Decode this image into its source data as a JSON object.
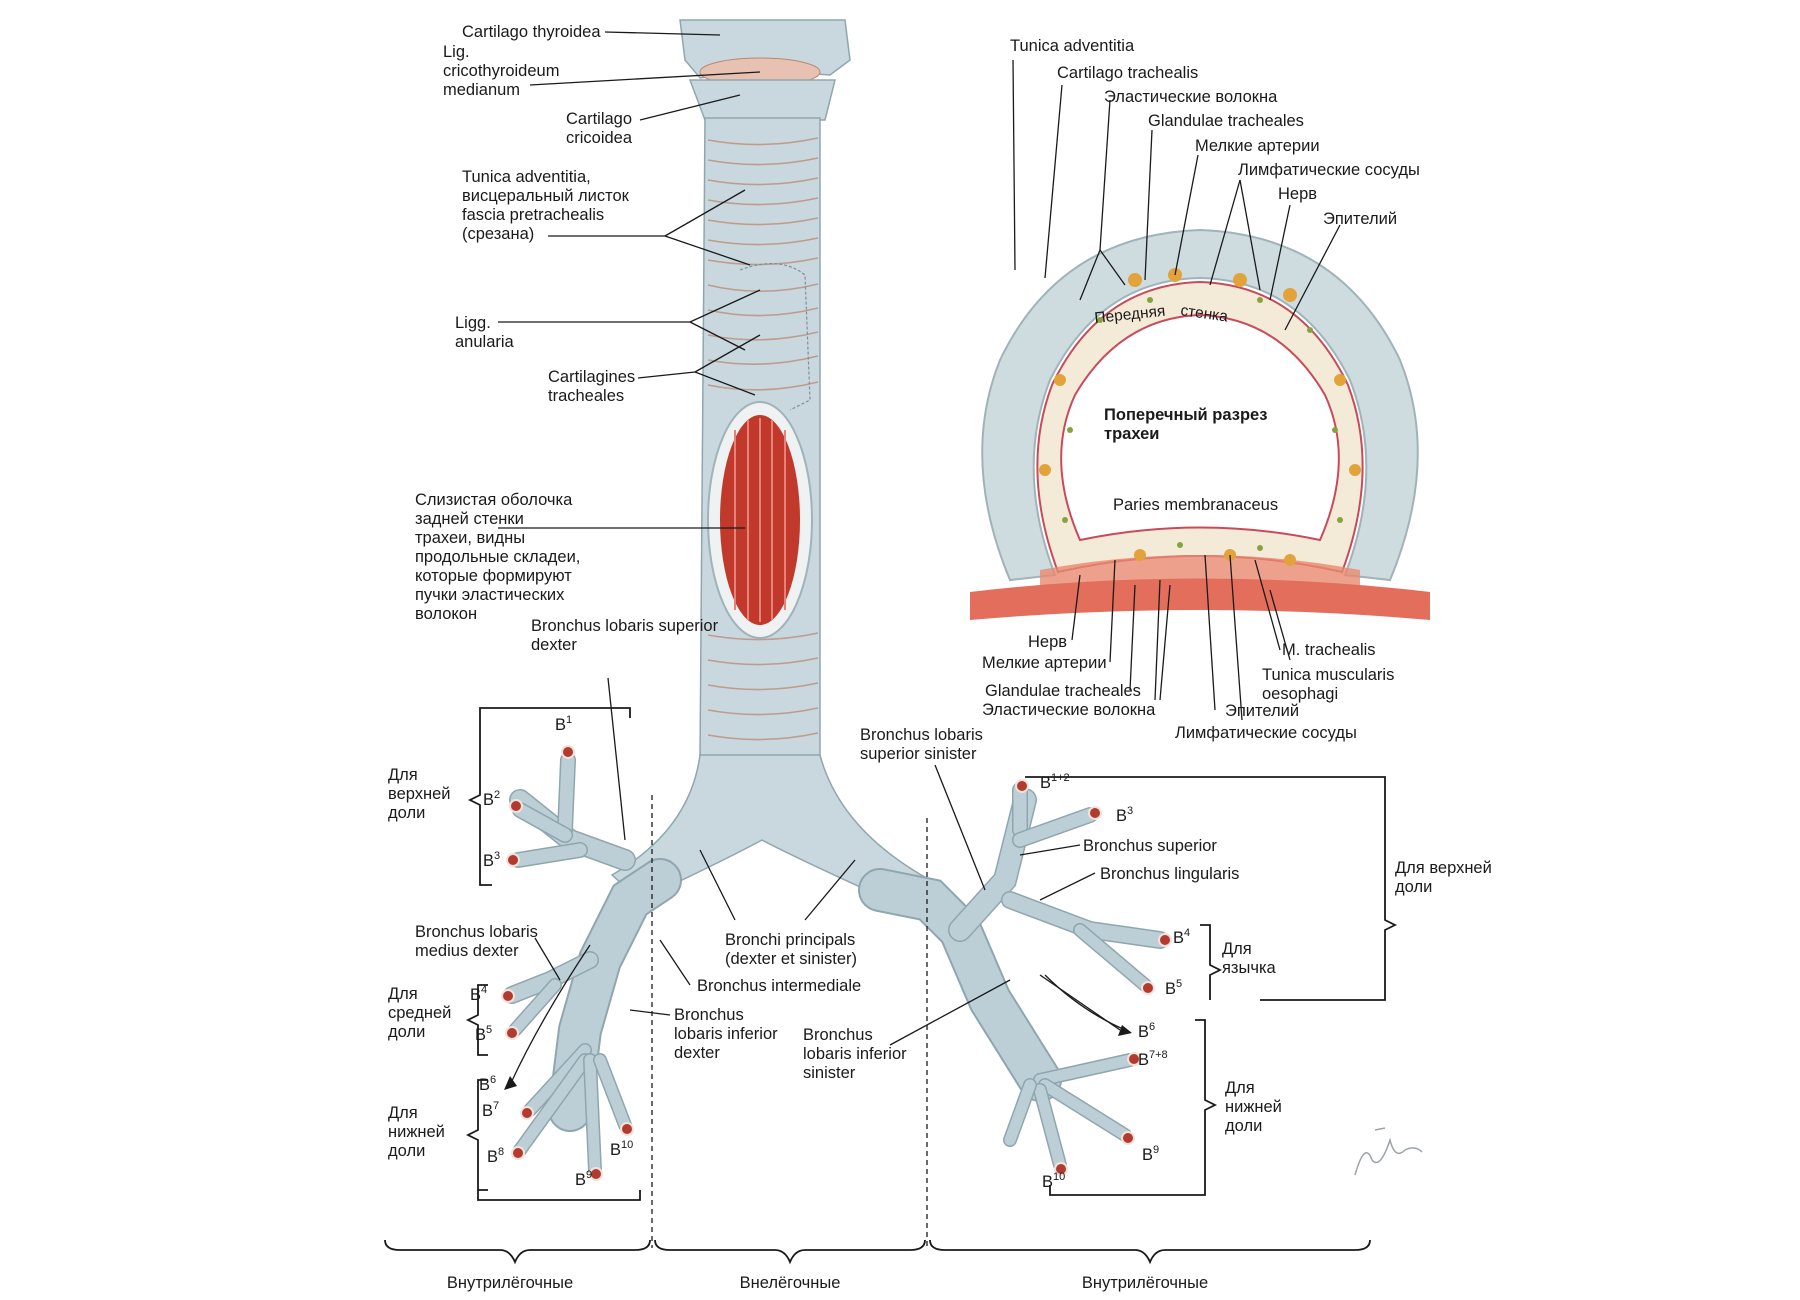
{
  "labels": {
    "cart_thyroidea": "Cartilago thyroidea",
    "lig_crico": [
      "Lig.",
      "cricothyroideum",
      "medianum"
    ],
    "cart_cricoidea": [
      "Cartilago",
      "cricoidea"
    ],
    "tunica_adv_visc": [
      "Tunica adventitia,",
      "висцеральный листок",
      "fascia pretrachealis",
      "(срезана)"
    ],
    "ligg_anularia": [
      "Ligg.",
      "anularia"
    ],
    "cart_tracheales": [
      "Cartilagines",
      "tracheales"
    ],
    "mucosa_text": [
      "Слизистая оболочка",
      "задней стенки",
      "трахеи, видны",
      "продольные складеи,",
      "которые формируют",
      "пучки эластических",
      "волокон"
    ],
    "br_lob_sup_dex": [
      "Bronchus lobaris superior",
      "dexter"
    ],
    "br_lob_med_dex": [
      "Bronchus lobaris",
      "medius dexter"
    ],
    "br_principals": [
      "Bronchi principals",
      "(dexter et sinister)"
    ],
    "br_intermediale": "Bronchus intermediale",
    "br_lob_inf_dex": [
      "Bronchus",
      "lobaris inferior",
      "dexter"
    ],
    "br_lob_inf_sin": [
      "Bronchus",
      "lobaris inferior",
      "sinister"
    ],
    "br_lob_sup_sin": [
      "Bronchus lobaris",
      "superior sinister"
    ],
    "br_superior": "Bronchus superior",
    "br_lingularis": "Bronchus lingularis"
  },
  "groups": {
    "upper_right": [
      "Для",
      "верхней",
      "доли"
    ],
    "middle_right": [
      "Для",
      "средней",
      "доли"
    ],
    "lower_right": [
      "Для",
      "нижней",
      "доли"
    ],
    "upper_left": [
      "Для верхней",
      "доли"
    ],
    "lingula_left": [
      "Для",
      "язычка"
    ],
    "lower_left": [
      "Для",
      "нижней",
      "доли"
    ]
  },
  "segments": {
    "r_B1": "1",
    "r_B2": "2",
    "r_B3": "3",
    "r_B4": "4",
    "r_B5": "5",
    "r_B6": "6",
    "r_B7": "7",
    "r_B8": "8",
    "r_B9": "9",
    "r_B10": "10",
    "l_B12": "1+2",
    "l_B3": "3",
    "l_B4": "4",
    "l_B5": "5",
    "l_B6": "6",
    "l_B78": "7+8",
    "l_B9": "9",
    "l_B10": "10",
    "prefix": "B"
  },
  "section": {
    "tunica_adventitia": "Tunica adventitia",
    "cartilago_trachealis": "Cartilago trachealis",
    "elastic_top": "Эластические волокна",
    "glandulae_top": "Glandulae tracheales",
    "arteries_top": "Мелкие артерии",
    "lymph_top": "Лимфатические сосуды",
    "nerve_top": "Нерв",
    "epith_top": "Эпителий",
    "front_wall_1": "Передняя",
    "front_wall_2": "стенка",
    "title": [
      "Поперечный разрез",
      "трахеи"
    ],
    "paries": "Paries membranaceus",
    "nerve_bot": "Нерв",
    "arteries_bot": "Мелкие артерии",
    "glandulae_bot": "Glandulae tracheales",
    "elastic_bot": "Эластические волокна",
    "m_trachealis": "M. trachealis",
    "tunica_musc": [
      "Tunica muscularis",
      "oesophagi"
    ],
    "epith_bot": "Эпителий",
    "lymph_bot": "Лимфатические сосуды"
  },
  "footer": {
    "intra_left": "Внутрилёгочные",
    "extra": "Внелёгочные",
    "intra_right": "Внутрилёгочные"
  },
  "colors": {
    "cartilage": "#c9d8de",
    "mucosa_red": "#c0392b",
    "muscle": "#e8896f"
  }
}
